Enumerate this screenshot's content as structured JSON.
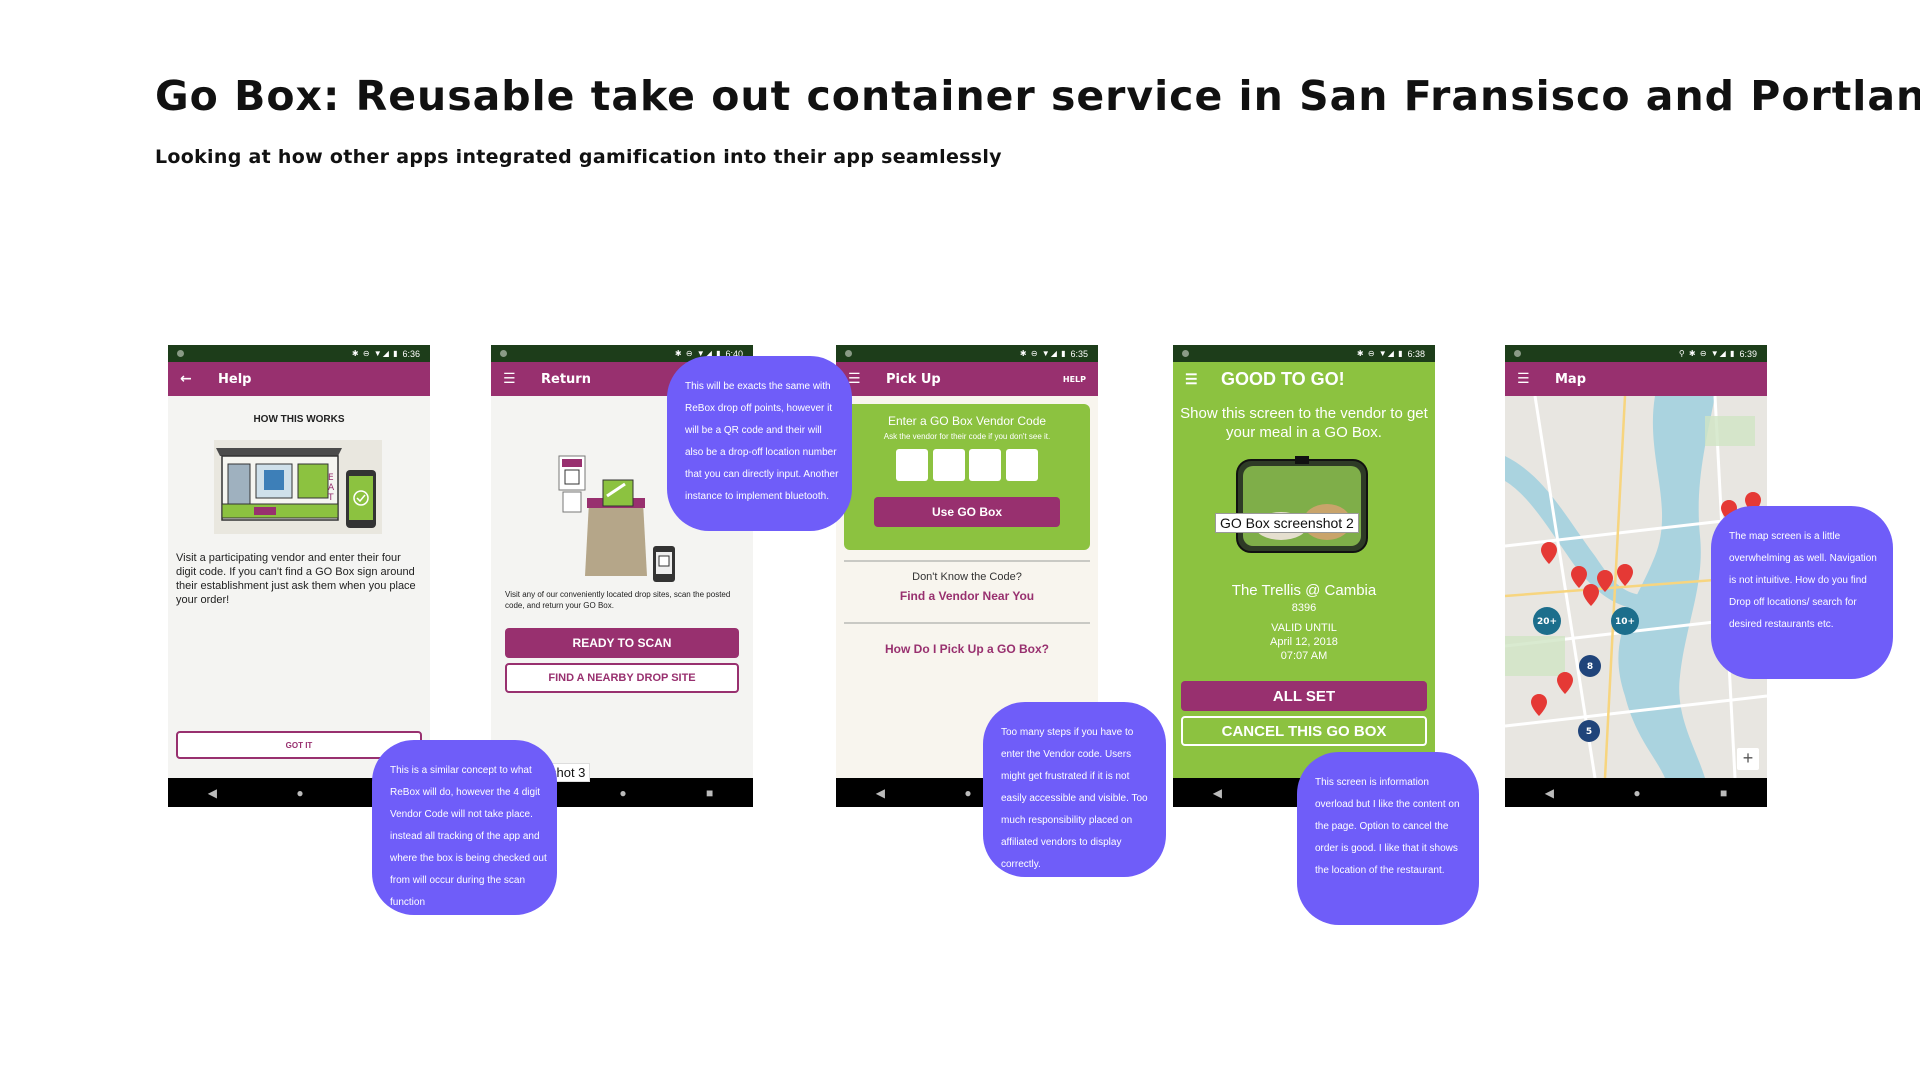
{
  "header": {
    "title": "Go Box: Reusable take out container service in San Fransisco and Portland",
    "subtitle": "Looking at how other apps integrated gamification into their app seamlessly"
  },
  "status_times": [
    "6:36",
    "6:40",
    "6:35",
    "6:38",
    "6:39"
  ],
  "screens": {
    "help": {
      "title": "Help",
      "heading": "HOW THIS WORKS",
      "body": "Visit a participating vendor and enter their four digit code. If you can't find a GO Box sign around their establishment just ask them when you place your order!",
      "button": "GOT IT"
    },
    "return": {
      "title": "Return",
      "body": "Visit any of our conveniently located drop sites, scan the posted code, and return your GO Box.",
      "primary_button": "READY TO SCAN",
      "secondary_button": "FIND A NEARBY DROP SITE",
      "caption": "shot 3"
    },
    "pickup": {
      "title": "Pick Up",
      "help_link": "HELP",
      "code_title": "Enter a GO Box Vendor Code",
      "code_sub": "Ask the vendor for their code if you don't see it.",
      "use_button": "Use GO Box",
      "question": "Don't Know the Code?",
      "find_link": "Find a Vendor Near You",
      "how_link": "How Do I Pick Up a GO Box?"
    },
    "good_to_go": {
      "title": "GOOD TO GO!",
      "instruction": "Show this screen to the vendor to get your meal in a GO Box.",
      "caption": "GO Box screenshot 2",
      "restaurant": "The Trellis @ Cambia",
      "number": "8396",
      "valid_label": "VALID UNTIL",
      "valid_date": "April 12, 2018",
      "valid_time": "07:07 AM",
      "primary_button": "ALL SET",
      "secondary_button": "CANCEL THIS GO BOX"
    },
    "map": {
      "title": "Map",
      "clusters": [
        "20+",
        "10+",
        "8",
        "5"
      ],
      "zoom_label": "+"
    }
  },
  "notes": {
    "n1": "This is a similar concept to what ReBox will do, however the 4 digit Vendor Code will not take place. instead all tracking of the app and where the box is being checked out from will occur during the scan function",
    "n2": "This will be exacts the same with ReBox drop off points, however it will be a QR code and their will also be a drop-off location number that you can directly input. Another instance to implement bluetooth.",
    "n3": "Too many steps if you have to enter the Vendor code. Users might get frustrated if it is not easily accessible and visible. Too much responsibility placed on affiliated vendors to display correctly.",
    "n4": "This screen is information overload but I like the content on the page. Option to cancel the order is good. I like that it shows the location of the restaurant.",
    "n5": "The map screen is a little overwhelming as well. Navigation is not intuitive. How do you find Drop off locations/ search for desired restaurants etc."
  },
  "colors": {
    "brand_purple": "#98306f",
    "brand_green": "#8cc240",
    "note_purple": "#6f5df9"
  }
}
